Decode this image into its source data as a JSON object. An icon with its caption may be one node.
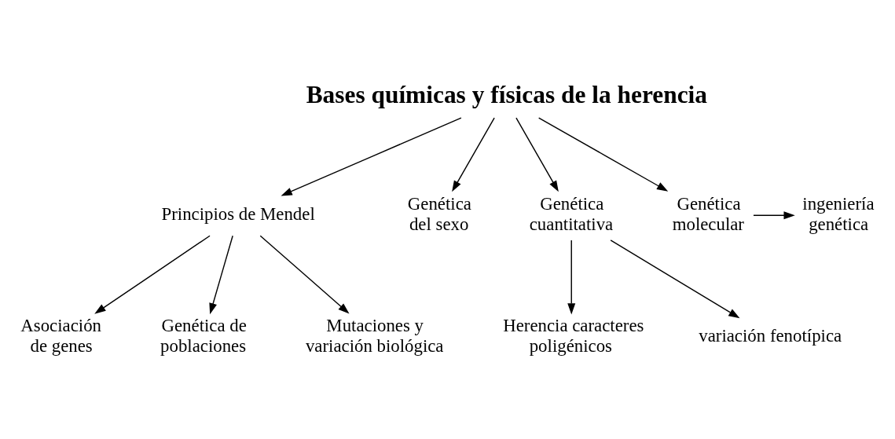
{
  "diagram": {
    "nodes": [
      {
        "text": [
          "Bases químicas y físicas de la herencia"
        ]
      },
      {
        "text": [
          "Principios de Mendel"
        ]
      },
      {
        "text": [
          "Genética del sexo"
        ]
      },
      {
        "text": [
          "Genética cuantitativa"
        ]
      },
      {
        "text": [
          "Genética molecular"
        ]
      },
      {
        "text": [
          "ingeniería genética"
        ]
      },
      {
        "text": [
          "Asociación de genes"
        ]
      },
      {
        "text": [
          "Genética de poblaciones"
        ]
      },
      {
        "text": [
          "Herencia caracteres poligénicos"
        ]
      },
      {
        "text": [
          "variación fenotípica"
        ]
      },
      {
        "text": [
          "Mutaciones y variación biológica"
        ]
      }
    ],
    "edges": [
      {
        "from": 0,
        "to": 1,
        "arrow": "to"
      },
      {
        "from": 0,
        "to": 2,
        "arrow": "to"
      },
      {
        "from": 0,
        "to": 3,
        "arrow": "to"
      },
      {
        "from": 0,
        "to": 4,
        "arrow": "to"
      },
      {
        "from": 4,
        "to": 5,
        "arrow": "to"
      },
      {
        "from": 1,
        "to": 6,
        "arrow": "to"
      },
      {
        "from": 1,
        "to": 10,
        "arrow": "to"
      },
      {
        "from": 1,
        "to": 7,
        "arrow": "to"
      },
      {
        "from": 3,
        "to": 8,
        "arrow": "to"
      },
      {
        "from": 3,
        "to": 9,
        "arrow": "to"
      }
    ]
  }
}
